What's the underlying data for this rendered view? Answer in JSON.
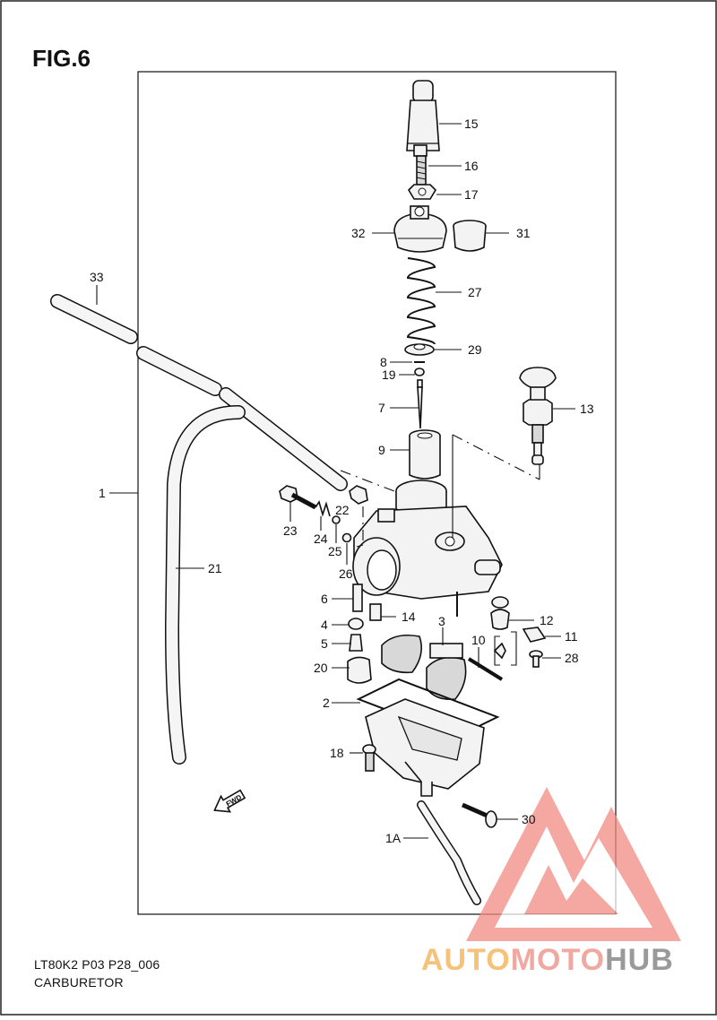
{
  "figure": {
    "title": "FIG.6",
    "model_code": "LT80K2 P03 P28_006",
    "caption": "CARBURETOR"
  },
  "watermark": {
    "text_part1": "AUTO",
    "text_part2": "MOTO",
    "text_part3": "HUB",
    "color_auto": "#f6c27a",
    "color_moto": "#f0a8a0",
    "color_hub": "#9a9a9a",
    "logo_color": "#f28a82"
  },
  "callouts": [
    "15",
    "16",
    "17",
    "32",
    "31",
    "27",
    "8",
    "29",
    "19",
    "7",
    "13",
    "9",
    "33",
    "1",
    "21",
    "23",
    "22",
    "24",
    "25",
    "26",
    "6",
    "14",
    "4",
    "5",
    "3",
    "20",
    "12",
    "11",
    "10",
    "28",
    "2",
    "18",
    "30",
    "1A"
  ],
  "direction_arrow": "FWD"
}
